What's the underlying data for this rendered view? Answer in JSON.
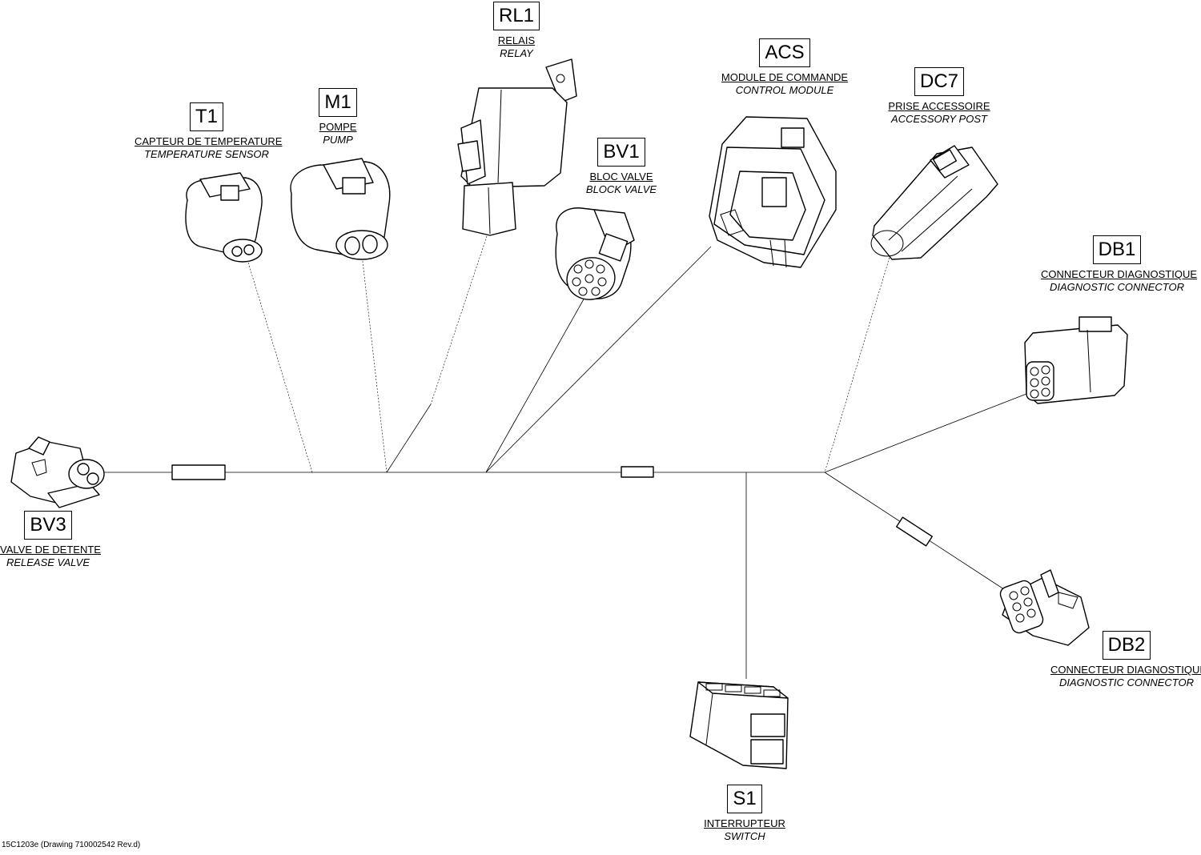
{
  "components": {
    "t1": {
      "code": "T1",
      "name_fr": "CAPTEUR DE TEMPERATURE",
      "name_en": "TEMPERATURE SENSOR"
    },
    "m1": {
      "code": "M1",
      "name_fr": "POMPE",
      "name_en": "PUMP"
    },
    "rl1": {
      "code": "RL1",
      "name_fr": "RELAIS",
      "name_en": "RELAY"
    },
    "bv1": {
      "code": "BV1",
      "name_fr": "BLOC VALVE",
      "name_en": "BLOCK VALVE"
    },
    "acs": {
      "code": "ACS",
      "name_fr": "MODULE DE COMMANDE",
      "name_en": "CONTROL MODULE"
    },
    "dc7": {
      "code": "DC7",
      "name_fr": "PRISE ACCESSOIRE",
      "name_en": "ACCESSORY POST"
    },
    "db1": {
      "code": "DB1",
      "name_fr": "CONNECTEUR DIAGNOSTIQUE",
      "name_en": "DIAGNOSTIC CONNECTOR"
    },
    "bv3": {
      "code": "BV3",
      "name_fr": "VALVE DE DETENTE",
      "name_en": "RELEASE VALVE"
    },
    "db2": {
      "code": "DB2",
      "name_fr": "CONNECTEUR DIAGNOSTIQUE",
      "name_en": "DIAGNOSTIC CONNECTOR"
    },
    "s1": {
      "code": "S1",
      "name_fr": "INTERRUPTEUR",
      "name_en": "SWITCH"
    }
  },
  "footer": "15C1203e (Drawing 710002542 Rev.d)"
}
